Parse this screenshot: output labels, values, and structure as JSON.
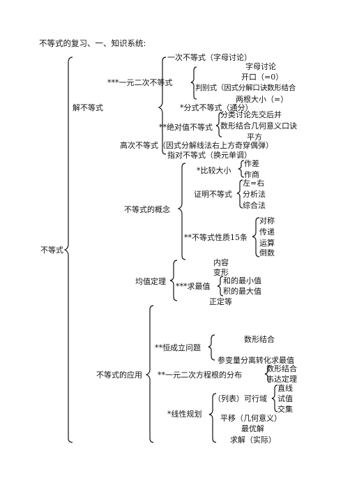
{
  "title": "不等式的复习、一、知识系统:",
  "root": "不等式",
  "solve": {
    "label": "解不等式",
    "linear": "一次不等式（字母讨论）",
    "quadratic": {
      "label": "***一元二次不等式",
      "items": [
        "字母讨论",
        "开口（=0）",
        "判别式（因式分解口诀数形结合",
        "两根大小（=）"
      ]
    },
    "fractional": "*分式不等式（通分）",
    "absolute": {
      "label": "**绝对值不等式",
      "items": [
        "分类讨论先交后并",
        "数形结合几何意义口诀",
        "平方"
      ]
    },
    "higher": "高次不等式（因式分解线法右上方奇穿偶弹）",
    "exp_log": "指对不等式（换元单调）"
  },
  "concept": {
    "label": "不等式的概念",
    "compare": {
      "label": "*比较大小",
      "items": [
        "作差",
        "作商"
      ]
    },
    "prove": {
      "label": "证明不等式",
      "items": [
        "左=右",
        "分析法",
        "综合法"
      ]
    },
    "properties": {
      "label": "**不等式性质15条",
      "items": [
        "对称",
        "传递",
        "运算",
        "倒数"
      ]
    }
  },
  "mean": {
    "label": "均值定理",
    "items": [
      "内容",
      "变形"
    ],
    "extreme": {
      "label": "***求最值",
      "items": [
        "和的最小值",
        "积的最大值"
      ]
    },
    "last": "正定等"
  },
  "application": {
    "label": "不等式的应用",
    "always": {
      "label": "**恒成立问题",
      "items": [
        "数形结合",
        "参变量分离转化求最值"
      ]
    },
    "distribution": {
      "label": "**一元二次方程根的分布",
      "items": [
        "数形结合",
        "韦达定理"
      ]
    },
    "lp": {
      "label": "*线性规划",
      "list": "（列表）可行域",
      "sub": [
        "直线",
        "试值",
        "交集"
      ],
      "items": [
        "平移（几何意义）",
        "最优解",
        "求解（实际）"
      ]
    }
  }
}
